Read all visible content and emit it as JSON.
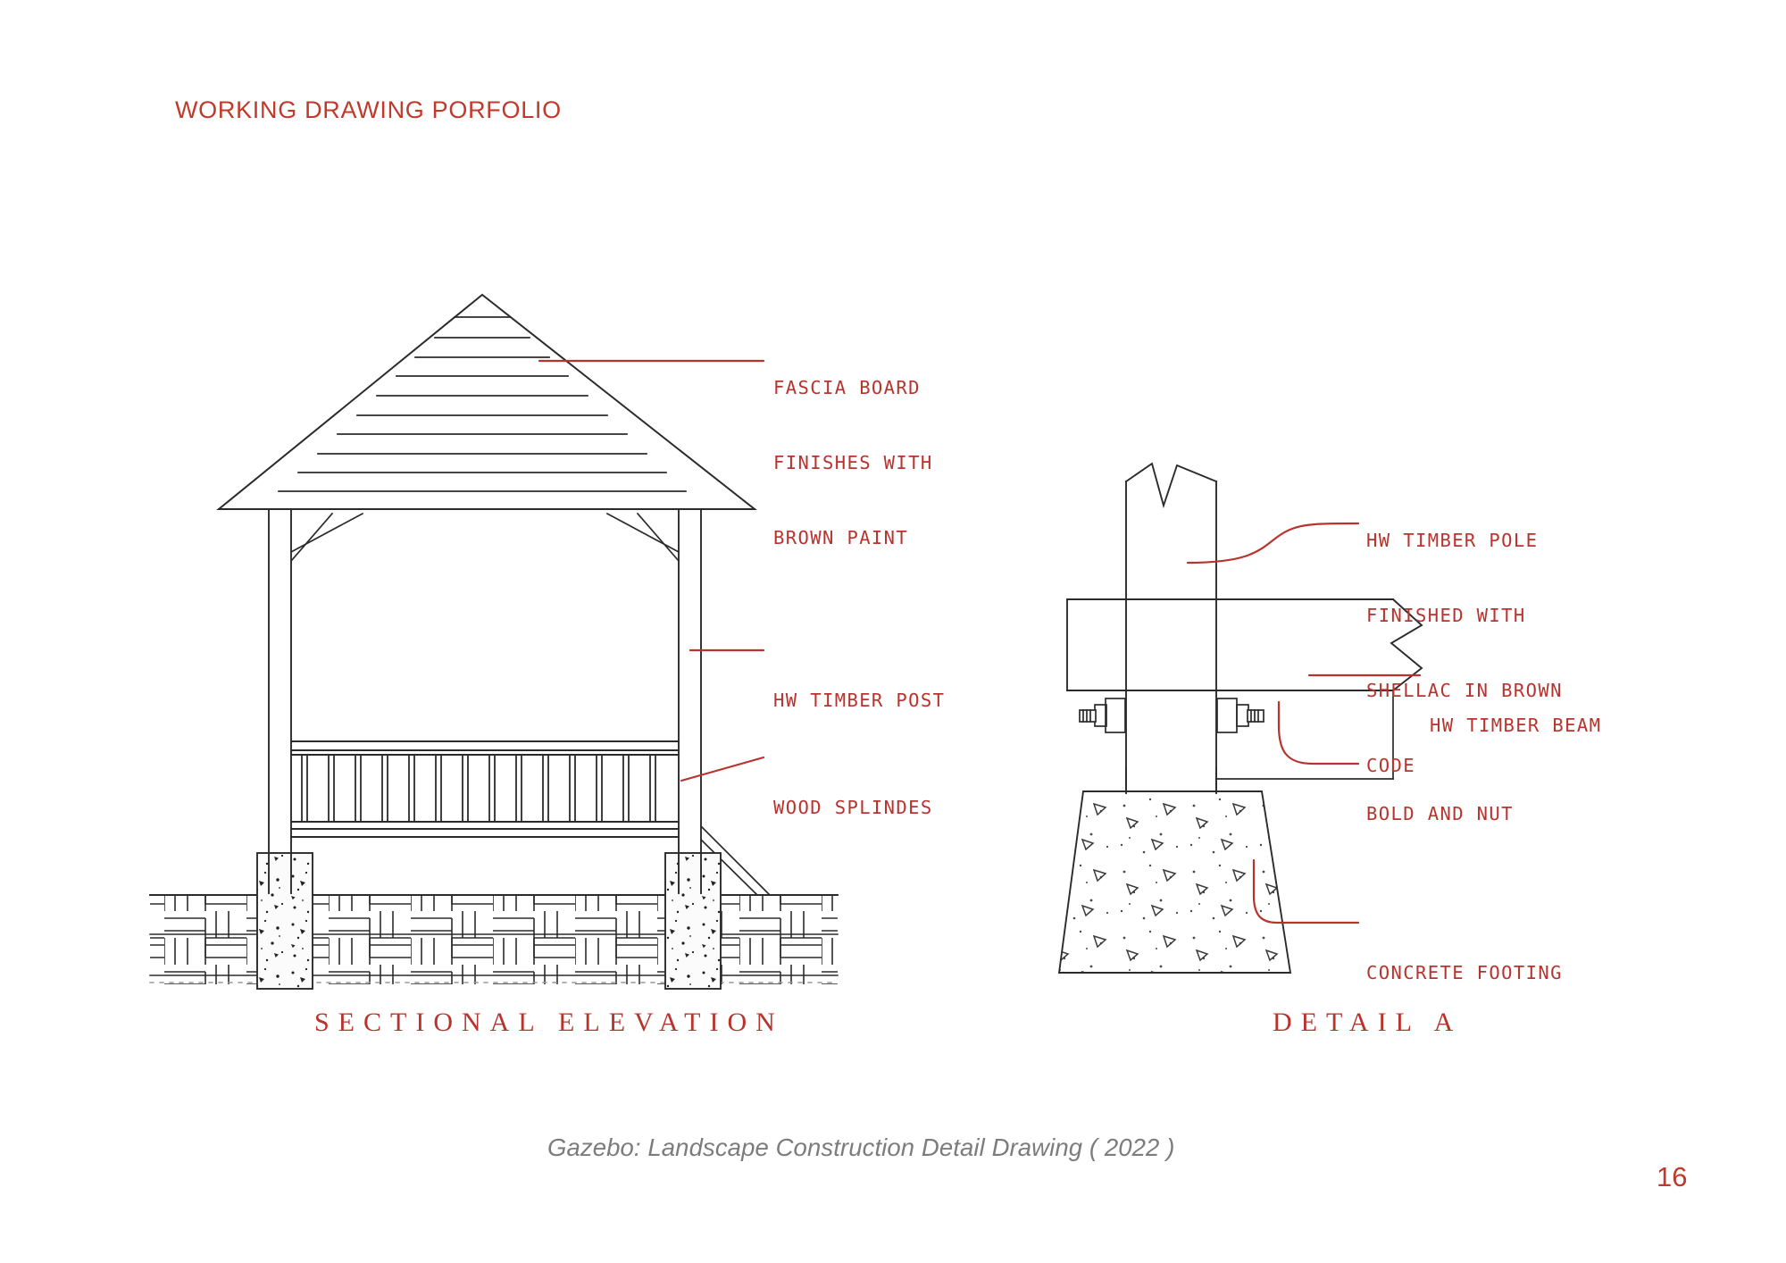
{
  "header": {
    "portfolio_title": "WORKING DRAWING PORFOLIO"
  },
  "colors": {
    "annotation_red": "#b8332e",
    "title_red": "#c0392b",
    "line_black": "#333333",
    "caption_gray": "#7c7c7c"
  },
  "drawings": {
    "sectional_elevation": {
      "caption": "SECTIONAL ELEVATION",
      "annotations": [
        {
          "name": "fascia-board",
          "lines": [
            "FASCIA BOARD",
            "FINISHES WITH",
            "BROWN PAINT"
          ]
        },
        {
          "name": "hw-timber-post",
          "lines": [
            "HW TIMBER POST"
          ]
        },
        {
          "name": "wood-splindes",
          "lines": [
            "WOOD SPLINDES"
          ]
        }
      ]
    },
    "detail_a": {
      "caption": "DETAIL A",
      "annotations": [
        {
          "name": "hw-timber-pole",
          "lines": [
            "HW TIMBER POLE",
            "FINISHED WITH",
            "SHELLAC IN BROWN",
            "CODE"
          ]
        },
        {
          "name": "hw-timber-beam",
          "lines": [
            "HW TIMBER BEAM"
          ]
        },
        {
          "name": "bold-and-nut",
          "lines": [
            "BOLD AND NUT"
          ]
        },
        {
          "name": "concrete-footing",
          "lines": [
            "CONCRETE FOOTING"
          ]
        }
      ]
    }
  },
  "footer": {
    "figure_caption": "Gazebo: Landscape Construction Detail Drawing ( 2022 )",
    "page_number": "16"
  }
}
